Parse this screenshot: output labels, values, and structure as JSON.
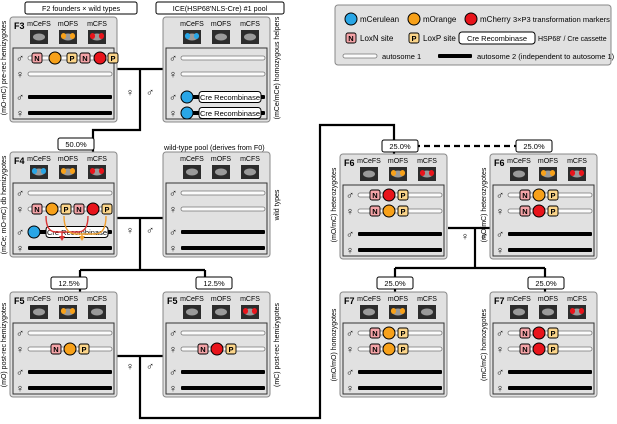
{
  "header": {
    "founders_label": "F2 founders × wild types",
    "ice_label": "ICE(HSP68'NLS-Cre) #1 pool",
    "wild_pool_label": "wild-type pool (derives from F0)"
  },
  "legend": {
    "mcerulean": "mCerulean",
    "morange": "mOrange",
    "mcherry": "mCherry",
    "markers": "3×P3 transformation markers",
    "loxn": "LoxN site",
    "loxp": "LoxP site",
    "cre": "Cre Recombinase",
    "cassette": "HSP68' / Cre cassette",
    "autosome1": "autosome 1",
    "autosome2": "autosome 2 (independent to autosome 1)",
    "loxn_glyph": "N",
    "loxp_glyph": "P"
  },
  "colors": {
    "cerulean": "#29a6e6",
    "orange": "#f7a11a",
    "cherry": "#e8141b",
    "loxn": "#f3a3a7",
    "loxp": "#fbd58a",
    "panel": "#e1e1e1",
    "arrow_red": "#d93535",
    "arrow_orange": "#f0a030"
  },
  "eye_labels": {
    "mce": "mCeFS",
    "mo": "mOFS",
    "mc": "mCFS"
  },
  "symbols": {
    "male": "♂",
    "female": "♀"
  },
  "percents": {
    "f3_f4": "50.0%",
    "f4_f5_left": "12.5%",
    "f4_f5_right": "12.5%",
    "f5_f6": "25.0%",
    "f6_right": "25.0%",
    "f6_f7_left": "25.0%",
    "f6_f7_right": "25.0%"
  },
  "panels": {
    "f3": {
      "gen": "F3",
      "side": "(mO-mC) pre-rec hemizygotes"
    },
    "ice": {
      "side": "(mCe/mCe) homozygous helpers"
    },
    "f4": {
      "gen": "F4",
      "side": "(mCe; mO-mC) db hemizygotes"
    },
    "wt": {
      "side": "wild types"
    },
    "f5a": {
      "gen": "F5",
      "side": "(mO) post-rec hemizygotes"
    },
    "f5b": {
      "gen": "F5",
      "side": "(mC) post-rec hemizygotes"
    },
    "f6a": {
      "gen": "F6",
      "side": "(mO/mC) heterozygotes"
    },
    "f6b": {
      "gen": "F6",
      "side": "(mO/mC) heterozygotes"
    },
    "f7a": {
      "gen": "F7",
      "side": "(mO/mO) homozygotes"
    },
    "f7b": {
      "gen": "F7",
      "side": "(mC/mC) homozygotes"
    }
  }
}
